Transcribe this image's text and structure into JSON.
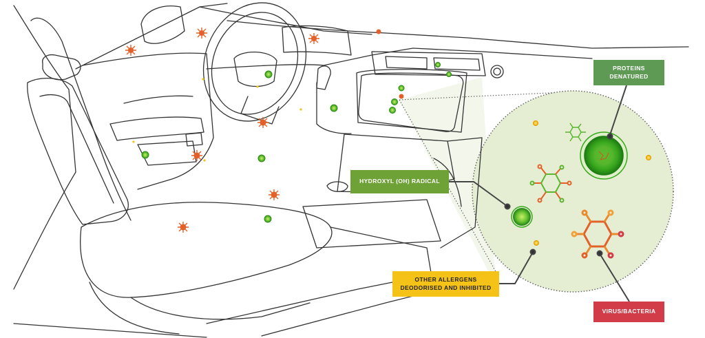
{
  "labels": {
    "proteins": {
      "line1": "PROTEINS",
      "line2": "DENATURED",
      "color": "#5f9a55"
    },
    "hydroxyl": {
      "text": "HYDROXYL (OH) RADICAL",
      "color": "#6ea136"
    },
    "allergens": {
      "line1": "OTHER ALLERGENS",
      "line2": "DEODORISED AND INHIBITED",
      "color": "#f5c318"
    },
    "virus": {
      "text": "VIRUS/BACTERIA",
      "color": "#d23b48"
    }
  },
  "colors": {
    "line": "#333333",
    "magnifier_fill": "#e7efd6",
    "radical_green": "#4caf2a",
    "bacteria_orange": "#e2612a",
    "allergen_yellow": "#f5c318"
  }
}
